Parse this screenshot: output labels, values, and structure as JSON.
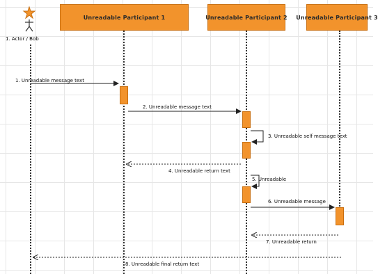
{
  "actor": {
    "label": "1. Actor / Bob"
  },
  "participants": [
    {
      "id": "p1",
      "label": "Unreadable Participant 1"
    },
    {
      "id": "p2",
      "label": "Unreadable Participant 2"
    },
    {
      "id": "p3",
      "label": "Unreadable Participant 3"
    }
  ],
  "messages": [
    {
      "id": "m1",
      "label": "1. Unreadable message text"
    },
    {
      "id": "m2",
      "label": "2. Unreadable message text"
    },
    {
      "id": "m3",
      "label": "3. Unreadable self message text"
    },
    {
      "id": "m4",
      "label": "4. Unreadable return text"
    },
    {
      "id": "m5",
      "label": "5. Unreadable"
    },
    {
      "id": "m6",
      "label": "6. Unreadable message"
    },
    {
      "id": "m7",
      "label": "7. Unreadable return"
    },
    {
      "id": "m8",
      "label": "8. Unreadable final return text"
    }
  ],
  "colors": {
    "participant_fill": "#f2932c",
    "participant_border": "#c96f10",
    "lifeline": "#333333",
    "grid": "#e6e6e6"
  },
  "icons": {
    "actor": "stick-figure-actor-icon"
  }
}
